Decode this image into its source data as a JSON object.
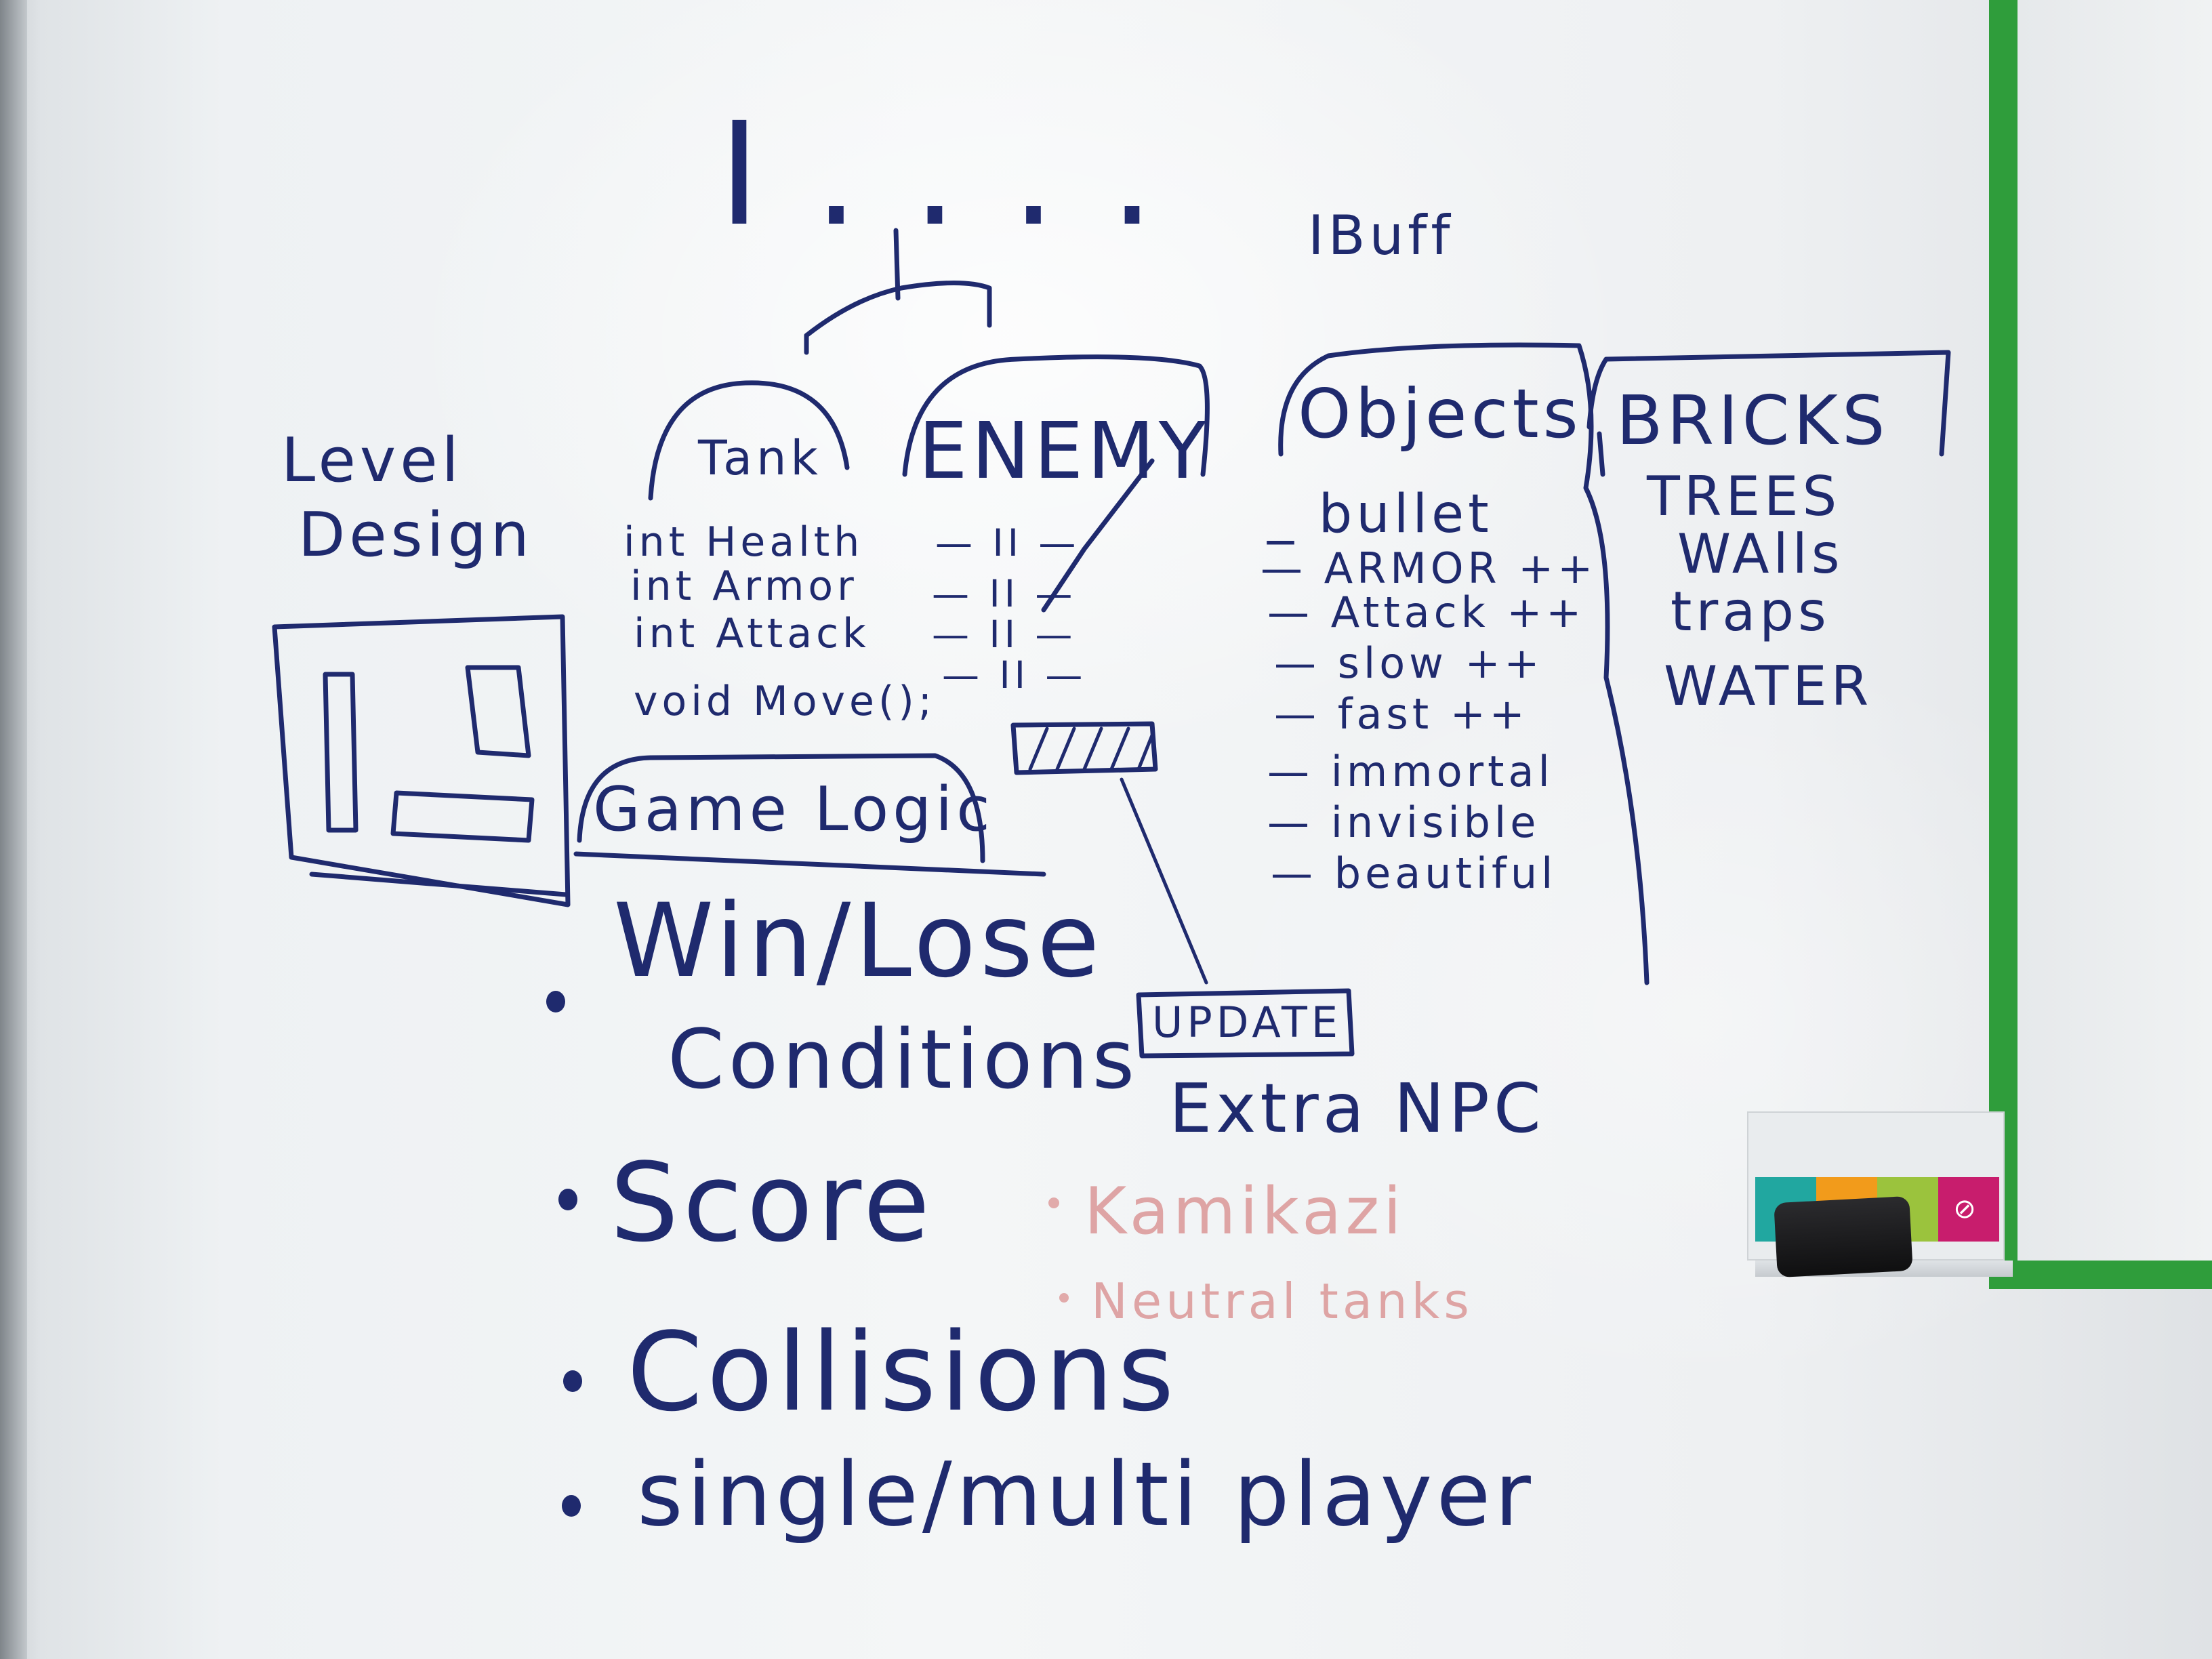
{
  "board": {
    "root_interface": "I . . . .",
    "ibuff": "IBuff",
    "level_design": [
      "Level",
      "Design"
    ],
    "tank": {
      "title": "Tank",
      "fields": [
        "int Health",
        "int Armor",
        "int Attack",
        "void Move();"
      ]
    },
    "enemy": {
      "title": "ENEMY",
      "field_marks": [
        "— II —",
        "— II —",
        "— II —",
        "— II —"
      ]
    },
    "objects": {
      "title": "Objects",
      "items": [
        "_ bullet",
        "— ARMOR ++",
        "— Attack ++",
        "— slow ++",
        "— fast ++",
        "— immortal",
        "— invisible",
        "— beautiful"
      ]
    },
    "bricks": {
      "title": "BRICKS",
      "items": [
        "TREES",
        "WAlls",
        "traps",
        "WATER"
      ]
    },
    "game_logic": {
      "title": "Game Logic",
      "win_lose": "Win/Lose",
      "conditions": "Conditions",
      "bullets": [
        "Score",
        "Collisions",
        "single/multi player"
      ]
    },
    "update": "UPDATE",
    "extra_npc": "Extra NPC",
    "red_notes": [
      "Kamikazi",
      "Neutral tanks"
    ]
  },
  "colors": {
    "ink_blue": "#1f2a6e",
    "red_marker": "#d88a8a",
    "tape_green": "#2f9d3b"
  },
  "card": {
    "icon": "no-entry-icon"
  }
}
